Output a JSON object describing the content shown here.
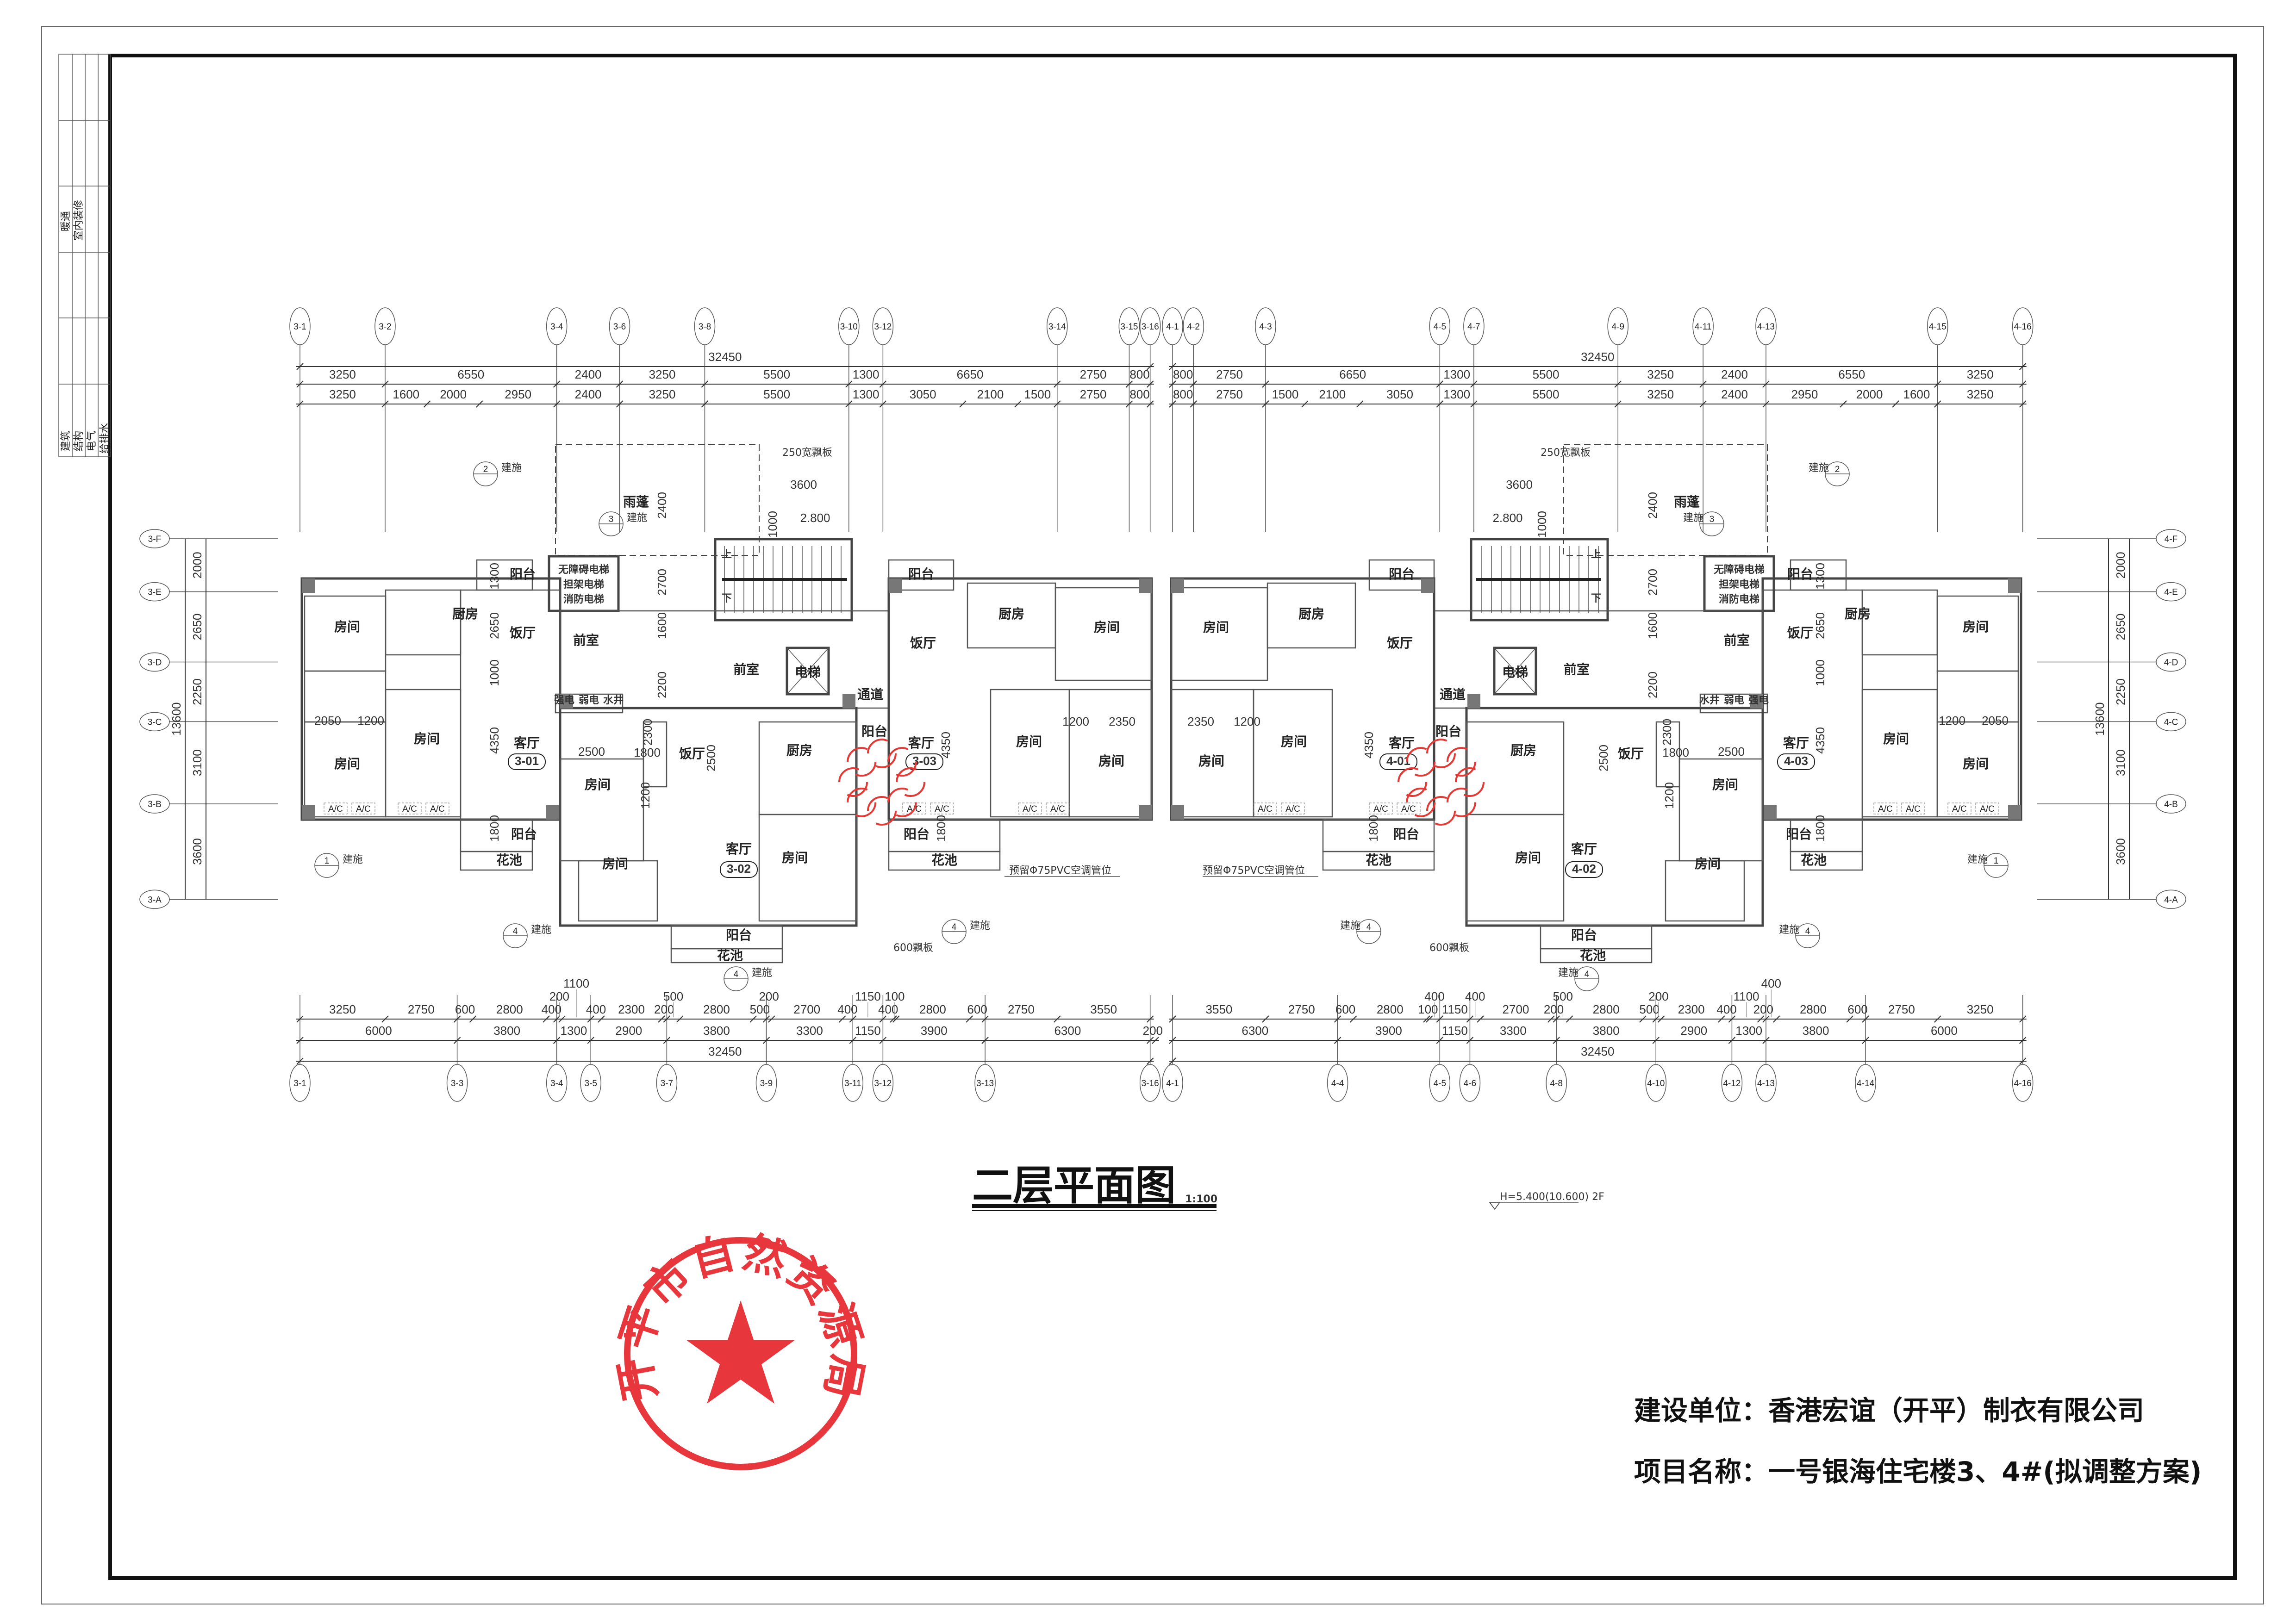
{
  "title_block": {
    "row_a": [
      "暖通",
      "室内装修"
    ],
    "row_b": [
      "建筑",
      "结构",
      "电气",
      "给排水"
    ]
  },
  "drawing": {
    "title": "二层平面图",
    "scale": "1:100",
    "elevation": "H=5.400(10.600) 2F"
  },
  "client": "建设单位：香港宏谊（开平）制衣有限公司",
  "project": "项目名称：一号银海住宅楼3、4#(拟调整方案)",
  "stamp": {
    "text": "开平市自然资源局",
    "color": "#e8363d"
  },
  "rooms": {
    "bedroom": "房间",
    "kitchen": "厨房",
    "dining": "饭厅",
    "living": "客厅",
    "balcony": "阳台",
    "lobby": "前室",
    "corridor": "通道",
    "elevator": "电梯",
    "planter": "花池",
    "canopy": "雨蓬",
    "elevator_note": [
      "无障碍电梯",
      "担架电梯",
      "消防电梯"
    ],
    "shafts": [
      "强电",
      "弱电",
      "水井"
    ],
    "stair_up": "上",
    "stair_down": "下",
    "ac": "A/C"
  },
  "units": [
    "3-01",
    "3-02",
    "3-03",
    "4-01",
    "4-02",
    "4-03"
  ],
  "notes": {
    "overhang_250": "250宽飘板",
    "overhang_600": "600飘板",
    "ac_pipe": "预留Φ75PVC空调管位",
    "stair_elev": "2.800",
    "detail_ref": "建施",
    "callouts": [
      "1",
      "2",
      "3",
      "4"
    ]
  },
  "interior_dims": [
    "1300",
    "2650",
    "1000",
    "4350",
    "1800",
    "2050",
    "1200",
    "2500",
    "1800",
    "2400",
    "2700",
    "1600",
    "2200",
    "3600",
    "1000",
    "2500",
    "2300",
    "1200",
    "4350",
    "1800",
    "1200",
    "2350"
  ],
  "dimensions": {
    "b3_top": {
      "total": "32450",
      "row2": [
        3250,
        6550,
        2400,
        3250,
        5500,
        1300,
        6650,
        2750,
        800
      ],
      "row3": [
        3250,
        1600,
        2000,
        2950,
        2400,
        3250,
        5500,
        1300,
        3050,
        2100,
        1500,
        2750,
        800
      ]
    },
    "b4_top": {
      "total": "32450",
      "row2": [
        800,
        2750,
        6650,
        1300,
        5500,
        3250,
        2400,
        6550,
        3250
      ],
      "row3": [
        800,
        2750,
        1500,
        2100,
        3050,
        1300,
        5500,
        3250,
        2400,
        2950,
        2000,
        1600,
        3250
      ]
    },
    "b3_bottom": {
      "row1": [
        3250,
        2750,
        600,
        2800,
        400,
        200,
        1100,
        400,
        2300,
        200,
        500,
        2800,
        500,
        200,
        2700,
        400,
        1150,
        400,
        100,
        2800,
        600,
        2750,
        3550
      ],
      "row2": [
        6000,
        3800,
        1300,
        2900,
        3800,
        3300,
        1150,
        3900,
        6300,
        200
      ],
      "total": "32450"
    },
    "b4_bottom": {
      "row1": [
        3550,
        2750,
        600,
        2800,
        100,
        400,
        1150,
        400,
        2700,
        200,
        500,
        2800,
        500,
        200,
        2300,
        400,
        1100,
        200,
        400,
        2800,
        600,
        2750,
        3250
      ],
      "row2": [
        6300,
        3900,
        1150,
        3300,
        3800,
        2900,
        1300,
        3800,
        6000
      ],
      "total": "32450"
    },
    "left": {
      "rows": [
        2000,
        2650,
        2250,
        3100,
        3600
      ],
      "total": "13600"
    },
    "right": {
      "rows": [
        2000,
        2650,
        2250,
        3100,
        3600
      ],
      "total": "13600"
    }
  },
  "axes": {
    "b3_top": [
      {
        "label": "3-1",
        "at": 0
      },
      {
        "label": "3-2",
        "at": 3250
      },
      {
        "label": "3-4",
        "at": 9800
      },
      {
        "label": "3-6",
        "at": 12200
      },
      {
        "label": "3-8",
        "at": 15450
      },
      {
        "label": "3-10",
        "at": 20950
      },
      {
        "label": "3-12",
        "at": 22250
      },
      {
        "label": "3-14",
        "at": 28900
      },
      {
        "label": "3-15",
        "at": 31650
      },
      {
        "label": "3-16",
        "at": 32450
      }
    ],
    "b4_top": [
      {
        "label": "4-1",
        "at": 0
      },
      {
        "label": "4-2",
        "at": 800
      },
      {
        "label": "4-3",
        "at": 3550
      },
      {
        "label": "4-5",
        "at": 10200
      },
      {
        "label": "4-7",
        "at": 11500
      },
      {
        "label": "4-9",
        "at": 17000
      },
      {
        "label": "4-11",
        "at": 20250
      },
      {
        "label": "4-13",
        "at": 22650
      },
      {
        "label": "4-15",
        "at": 29200
      },
      {
        "label": "4-16",
        "at": 32450
      }
    ],
    "b3_bottom": [
      {
        "label": "3-1",
        "at": 0
      },
      {
        "label": "3-3",
        "at": 6000
      },
      {
        "label": "3-4",
        "at": 9800
      },
      {
        "label": "3-5",
        "at": 11100
      },
      {
        "label": "3-7",
        "at": 14000
      },
      {
        "label": "3-9",
        "at": 17800
      },
      {
        "label": "3-11",
        "at": 21100
      },
      {
        "label": "3-12",
        "at": 22250
      },
      {
        "label": "3-13",
        "at": 26150
      },
      {
        "label": "3-16",
        "at": 32450
      }
    ],
    "b4_bottom": [
      {
        "label": "4-1",
        "at": 0
      },
      {
        "label": "4-4",
        "at": 6300
      },
      {
        "label": "4-5",
        "at": 10200
      },
      {
        "label": "4-6",
        "at": 11350
      },
      {
        "label": "4-8",
        "at": 14650
      },
      {
        "label": "4-10",
        "at": 18450
      },
      {
        "label": "4-12",
        "at": 21350
      },
      {
        "label": "4-13",
        "at": 22650
      },
      {
        "label": "4-14",
        "at": 26450
      },
      {
        "label": "4-16",
        "at": 32450
      }
    ],
    "left": [
      "3-F",
      "3-E",
      "3-D",
      "3-C",
      "3-B",
      "3-A"
    ],
    "right": [
      "4-F",
      "4-E",
      "4-D",
      "4-C",
      "4-B",
      "4-A"
    ]
  }
}
